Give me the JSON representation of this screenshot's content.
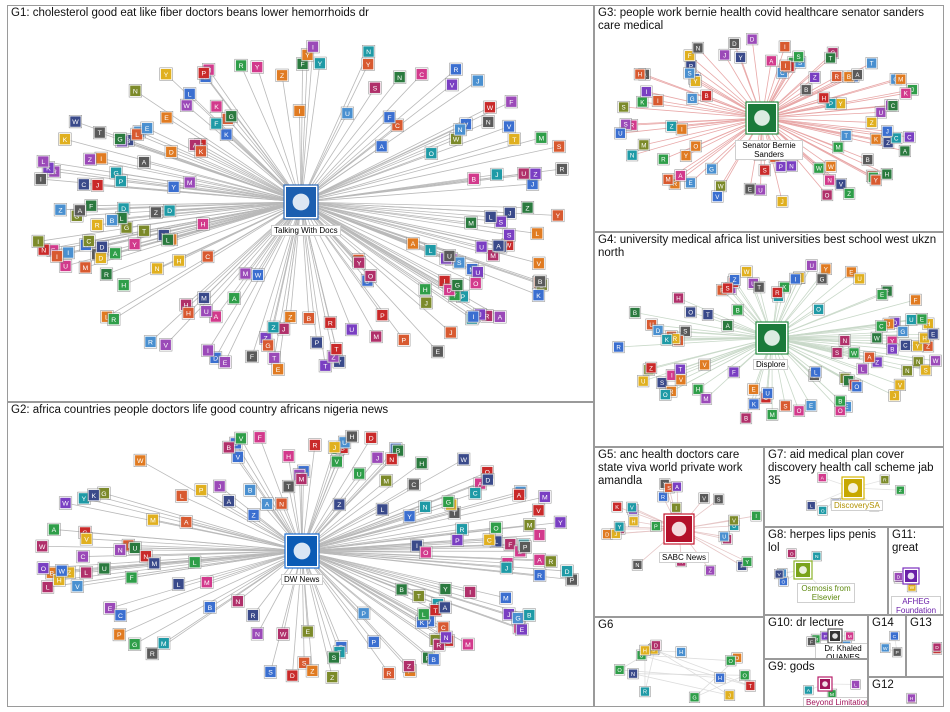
{
  "groups": [
    {
      "id": "g1",
      "title": "G1: cholesterol good eat like fiber doctors beans lower hemorrhoids dr",
      "hub": "Talking With Docs",
      "hub_color": "#1c5fb0",
      "accent": "#2a68b6"
    },
    {
      "id": "g2",
      "title": "G2: africa countries people doctors life good country africans nigeria news",
      "hub": "DW News",
      "hub_color": "#0b5bb5",
      "accent": "#1d6fd1"
    },
    {
      "id": "g3",
      "title": "G3: people work bernie health covid healthcare senator sanders care medical",
      "hub": "Senator Bernie Sanders",
      "hub_color": "#1a7a3a",
      "accent": "#2b8f46"
    },
    {
      "id": "g4",
      "title": "G4: university medical africa list universities best school west ukzn north",
      "hub": "Displore",
      "hub_color": "#1a7a3a",
      "accent": "#2b8f46"
    },
    {
      "id": "g5",
      "title": "G5: anc health doctors care state viva world private work amandla",
      "hub": "SABC News",
      "hub_color": "#b3102a",
      "accent": "#c4182f"
    },
    {
      "id": "g7",
      "title": "G7: aid medical plan cover discovery health call scheme jab 35",
      "hub": "DiscoverySA",
      "hub_color": "#c7a800",
      "accent": "#d4b400"
    },
    {
      "id": "g8",
      "title": "G8: herpes lips penis lol",
      "hub": "Osmosis from Elsevier",
      "hub_color": "#7aa31a",
      "accent": "#8db52a"
    },
    {
      "id": "g11",
      "title": "G11: great",
      "hub": "AFHEG Foundation",
      "hub_color": "#6a1fa8",
      "accent": "#7b2fbf"
    },
    {
      "id": "g6",
      "title": "G6",
      "hub": "",
      "hub_color": "#777777",
      "accent": "#888888"
    },
    {
      "id": "g10",
      "title": "G10: dr lecture",
      "hub": "Dr. Khaled OUANES",
      "hub_color": "#333333",
      "accent": "#555555"
    },
    {
      "id": "g14",
      "title": "G14",
      "hub": "",
      "hub_color": "#777777",
      "accent": "#777777"
    },
    {
      "id": "g13",
      "title": "G13",
      "hub": "",
      "hub_color": "#777777",
      "accent": "#777777"
    },
    {
      "id": "g9",
      "title": "G9: gods",
      "hub": "Beyond Limitations",
      "hub_color": "#a0145a",
      "accent": "#b8206a"
    },
    {
      "id": "g12",
      "title": "G12",
      "hub": "",
      "hub_color": "#777777",
      "accent": "#777777"
    }
  ],
  "node_palette": [
    "#d23a8c",
    "#3b6fd0",
    "#2f9e49",
    "#e07b22",
    "#7a3fc2",
    "#c92a2a",
    "#1f9aa6",
    "#5a5a5a",
    "#e0b020",
    "#3a4a8a",
    "#9b4ab8",
    "#2b7a3f",
    "#d85a30",
    "#4a90d0",
    "#7c8a2a",
    "#b0306a"
  ],
  "node_letters": [
    "M",
    "S",
    "J",
    "L",
    "A",
    "D",
    "P",
    "R",
    "C",
    "T",
    "B",
    "K",
    "N",
    "E",
    "V",
    "W",
    "G",
    "I",
    "Y",
    "H",
    "F",
    "O",
    "Z",
    "U"
  ]
}
